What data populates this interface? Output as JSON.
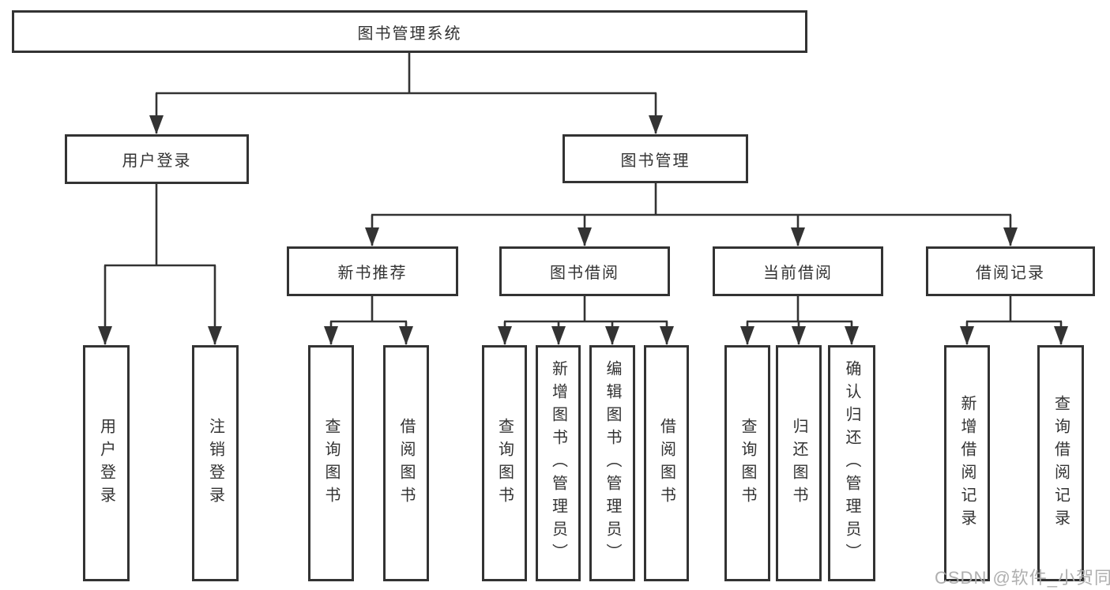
{
  "colors": {
    "background": "#ffffff",
    "line": "#333333",
    "box_border": "#333333",
    "text": "#333333",
    "watermark": "#ababab"
  },
  "watermark": {
    "text": "CSDN @软件_小贺同学"
  },
  "diagram": {
    "root": {
      "label": "图书管理系统"
    },
    "level2": [
      {
        "label": "用户登录",
        "parent": "图书管理系统"
      },
      {
        "label": "图书管理",
        "parent": "图书管理系统"
      }
    ],
    "level3": [
      {
        "label": "新书推荐",
        "parent": "图书管理"
      },
      {
        "label": "图书借阅",
        "parent": "图书管理"
      },
      {
        "label": "当前借阅",
        "parent": "图书管理"
      },
      {
        "label": "借阅记录",
        "parent": "图书管理"
      }
    ],
    "leaves": [
      {
        "label": "用户登录",
        "parent": "用户登录"
      },
      {
        "label": "注销登录",
        "parent": "用户登录"
      },
      {
        "label": "查询图书",
        "parent": "新书推荐"
      },
      {
        "label": "借阅图书",
        "parent": "新书推荐"
      },
      {
        "label": "查询图书",
        "parent": "图书借阅"
      },
      {
        "label": "新增图书（管理员）",
        "parent": "图书借阅"
      },
      {
        "label": "编辑图书（管理员）",
        "parent": "图书借阅"
      },
      {
        "label": "借阅图书",
        "parent": "图书借阅"
      },
      {
        "label": "查询图书",
        "parent": "当前借阅"
      },
      {
        "label": "归还图书",
        "parent": "当前借阅"
      },
      {
        "label": "确认归还（管理员）",
        "parent": "当前借阅"
      },
      {
        "label": "新增借阅记录",
        "parent": "借阅记录"
      },
      {
        "label": "查询借阅记录",
        "parent": "借阅记录"
      }
    ]
  }
}
